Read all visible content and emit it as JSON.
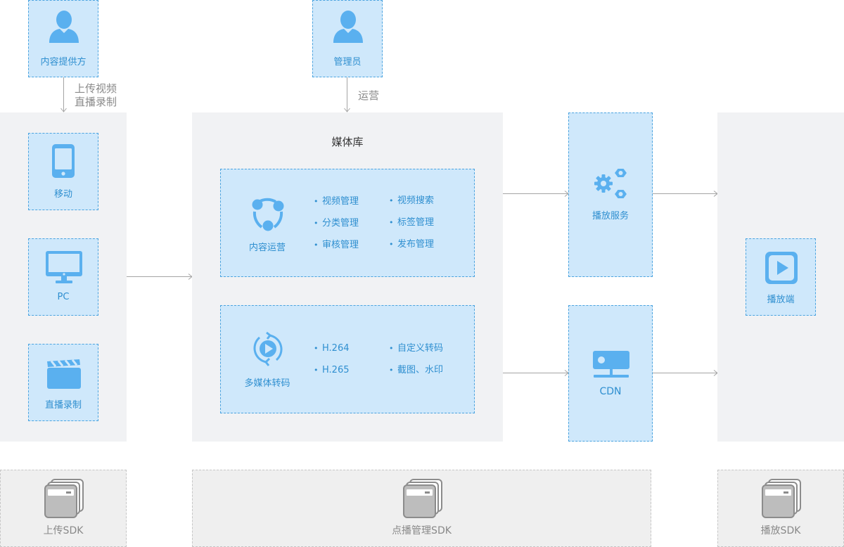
{
  "actors": {
    "provider": {
      "label": "内容提供方",
      "icon": "user-icon"
    },
    "admin": {
      "label": "管理员",
      "icon": "user-icon"
    }
  },
  "edge_labels": {
    "upload_line1": "上传视频",
    "upload_line2": "直播录制",
    "operation": "运营"
  },
  "sources": [
    {
      "label": "移动",
      "icon": "mobile-phone-icon"
    },
    {
      "label": "PC",
      "icon": "monitor-icon"
    },
    {
      "label": "直播录制",
      "icon": "clapperboard-icon"
    }
  ],
  "media_library": {
    "title": "媒体库",
    "content_ops": {
      "label": "内容运营",
      "icon": "share-cycle-icon",
      "col1": [
        "视频管理",
        "分类管理",
        "审核管理"
      ],
      "col2": [
        "视频搜索",
        "标签管理",
        "发布管理"
      ]
    },
    "transcode": {
      "label": "多媒体转码",
      "icon": "play-refresh-icon",
      "col1": [
        "H.264",
        "H.265"
      ],
      "col2": [
        "自定义转码",
        "截图、水印"
      ]
    }
  },
  "services": {
    "playback": {
      "label": "播放服务",
      "icon": "gears-icon"
    },
    "cdn": {
      "label": "CDN",
      "icon": "server-network-icon"
    }
  },
  "player": {
    "label": "播放端",
    "icon": "play-button-icon"
  },
  "sdks": [
    {
      "label": "上传SDK",
      "icon": "server-stack-icon"
    },
    {
      "label": "点播管理SDK",
      "icon": "server-stack-icon"
    },
    {
      "label": "播放SDK",
      "icon": "server-stack-icon"
    }
  ],
  "colors": {
    "blue_fill": "#cfe8fb",
    "blue_border": "#4aa3df",
    "icon_blue": "#5ab0ef",
    "text_blue": "#2f8fd0",
    "panel_gray": "#f1f2f4",
    "sdk_gray": "#efefef"
  }
}
